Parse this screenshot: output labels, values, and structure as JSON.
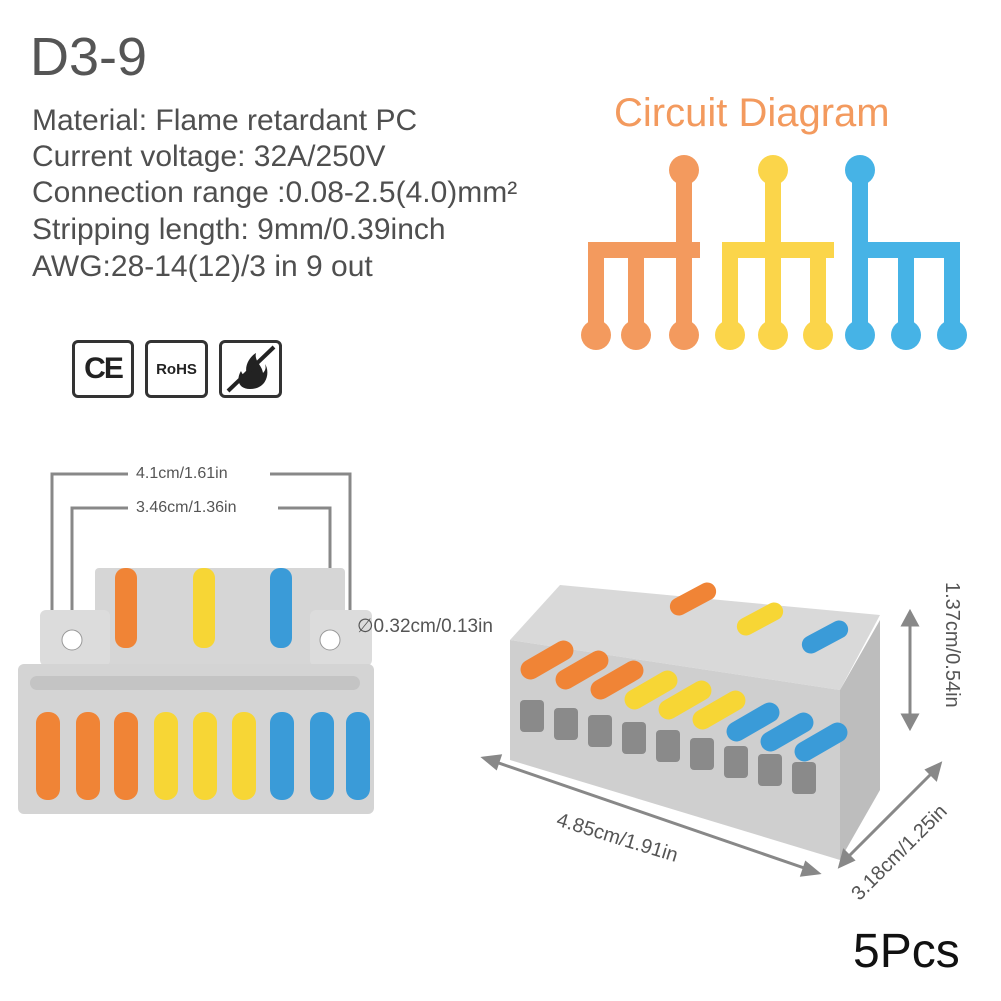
{
  "model": "D3-9",
  "specs": [
    "Material: Flame retardant PC",
    "Current voltage: 32A/250V",
    "Connection range :0.08-2.5(4.0)mm²",
    "Stripping length: 9mm/0.39inch",
    "AWG:28-14(12)/3 in 9 out"
  ],
  "circuit_title": "Circuit Diagram",
  "badges": {
    "ce": "CE",
    "rohs": "RoHS"
  },
  "dimensions": {
    "width_outer": "4.1cm/1.61in",
    "width_inner": "3.46cm/1.36in",
    "hole": "∅0.32cm/0.13in",
    "height": "1.37cm/0.54in",
    "length": "4.85cm/1.91in",
    "depth": "3.18cm/1.25in"
  },
  "quantity": "5Pcs",
  "colors": {
    "orange": "#f39a5e",
    "yellow": "#fbd54a",
    "blue": "#46b3e6",
    "housing": "#d8d8d8"
  }
}
